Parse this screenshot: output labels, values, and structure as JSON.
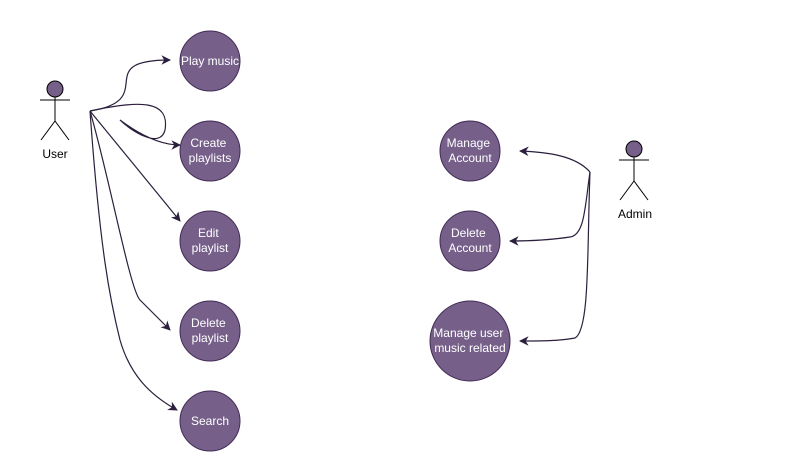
{
  "diagram": {
    "colors": {
      "fill": "#76608a",
      "stroke": "#432d57",
      "edge": "#2b1f3d",
      "actor_head": "#76608a"
    },
    "actors": {
      "user": {
        "label": "User"
      },
      "admin": {
        "label": "Admin"
      }
    },
    "use_cases": {
      "play_music": {
        "lines": [
          "Play music"
        ]
      },
      "create_playlists": {
        "lines": [
          "Create",
          "playlists"
        ]
      },
      "edit_playlist": {
        "lines": [
          "Edit",
          "playlist"
        ]
      },
      "delete_playlist": {
        "lines": [
          "Delete",
          "playlist"
        ]
      },
      "search": {
        "lines": [
          "Search"
        ]
      },
      "manage_account": {
        "lines": [
          "Manage",
          "Account"
        ]
      },
      "delete_account": {
        "lines": [
          "Delete",
          "Account"
        ]
      },
      "manage_user_music": {
        "lines": [
          "Manage user",
          "music related"
        ]
      }
    },
    "edges": [
      {
        "from": "user",
        "to": "play_music"
      },
      {
        "from": "user",
        "to": "create_playlists"
      },
      {
        "from": "user",
        "to": "edit_playlist"
      },
      {
        "from": "user",
        "to": "delete_playlist"
      },
      {
        "from": "user",
        "to": "search"
      },
      {
        "from": "admin",
        "to": "manage_account"
      },
      {
        "from": "admin",
        "to": "delete_account"
      },
      {
        "from": "admin",
        "to": "manage_user_music"
      }
    ]
  }
}
